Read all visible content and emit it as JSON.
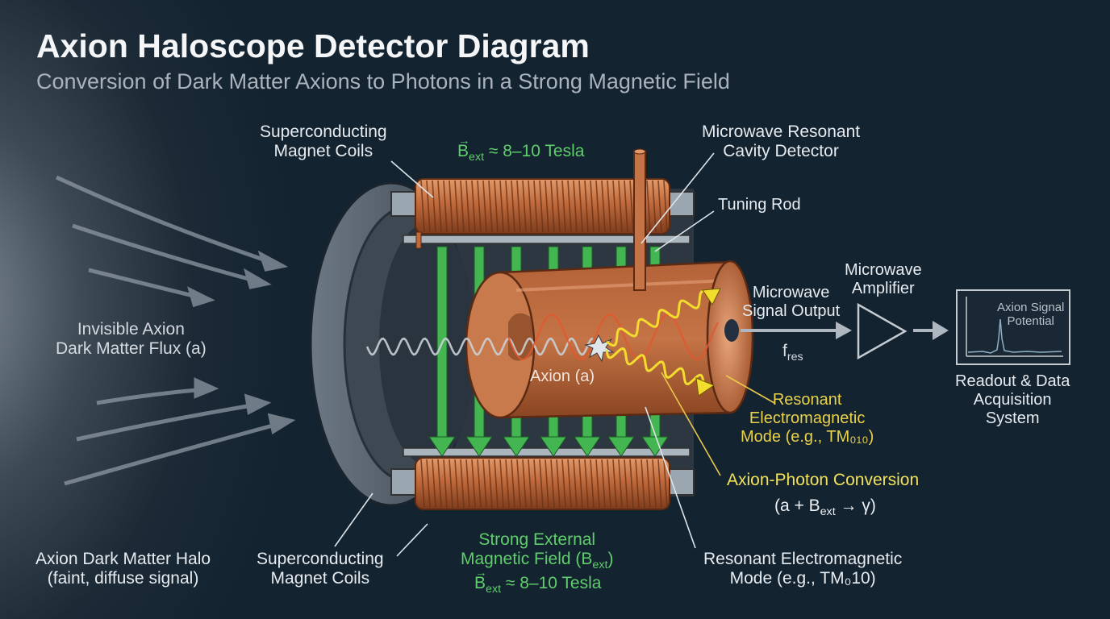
{
  "title": "Axion Haloscope Detector Diagram",
  "subtitle": "Conversion of Dark Matter Axions to Photons in a Strong Magnetic Field",
  "labels": {
    "coils_top": [
      "Superconducting",
      "Magnet Coils"
    ],
    "coils_bottom": [
      "Superconducting",
      "Magnet Coils"
    ],
    "bfield_top": {
      "symbol": "B",
      "sub": "ext",
      "value": " ≈ 8–10 Tesla"
    },
    "cavity": [
      "Microwave Resonant",
      "Cavity Detector"
    ],
    "tuning_rod": "Tuning Rod",
    "flux": [
      "Invisible Axion",
      "Dark Matter Flux (a)"
    ],
    "halo": [
      "Axion Dark Matter Halo",
      "(faint, diffuse signal)"
    ],
    "axion_in_cavity": "Axion (a)",
    "signal_output": [
      "Microwave",
      "Signal Output"
    ],
    "fres": {
      "main": "f",
      "sub": "res"
    },
    "amplifier": [
      "Microwave",
      "Amplifier"
    ],
    "readout_plot": [
      "Axion Signal",
      "Potential"
    ],
    "readout": [
      "Readout & Data",
      "Acquisition",
      "System"
    ],
    "resonant_mode_yellow": [
      "Resonant",
      "Electromagnetic",
      "Mode (e.g., TM₀₁₀)"
    ],
    "conversion": "Axion-Photon Conversion",
    "conversion_formula": {
      "pre": "(a + B",
      "sub": "ext",
      "post": " → γ)"
    },
    "strong_field": [
      "Strong External",
      "Magnetic Field (B",
      "ext",
      ")"
    ],
    "bfield_bottom": {
      "symbol": "B",
      "sub": "ext",
      "value": " ≈ 8–10 Tesla"
    },
    "resonant_mode_white": [
      "Resonant Electromagnetic",
      "Mode (e.g., TM₀10)"
    ]
  },
  "colors": {
    "background": "#152431",
    "copper": "#c06a3c",
    "field_arrow": "#43b551",
    "photon": "#f2dc2e",
    "steel": "#5b6874"
  }
}
